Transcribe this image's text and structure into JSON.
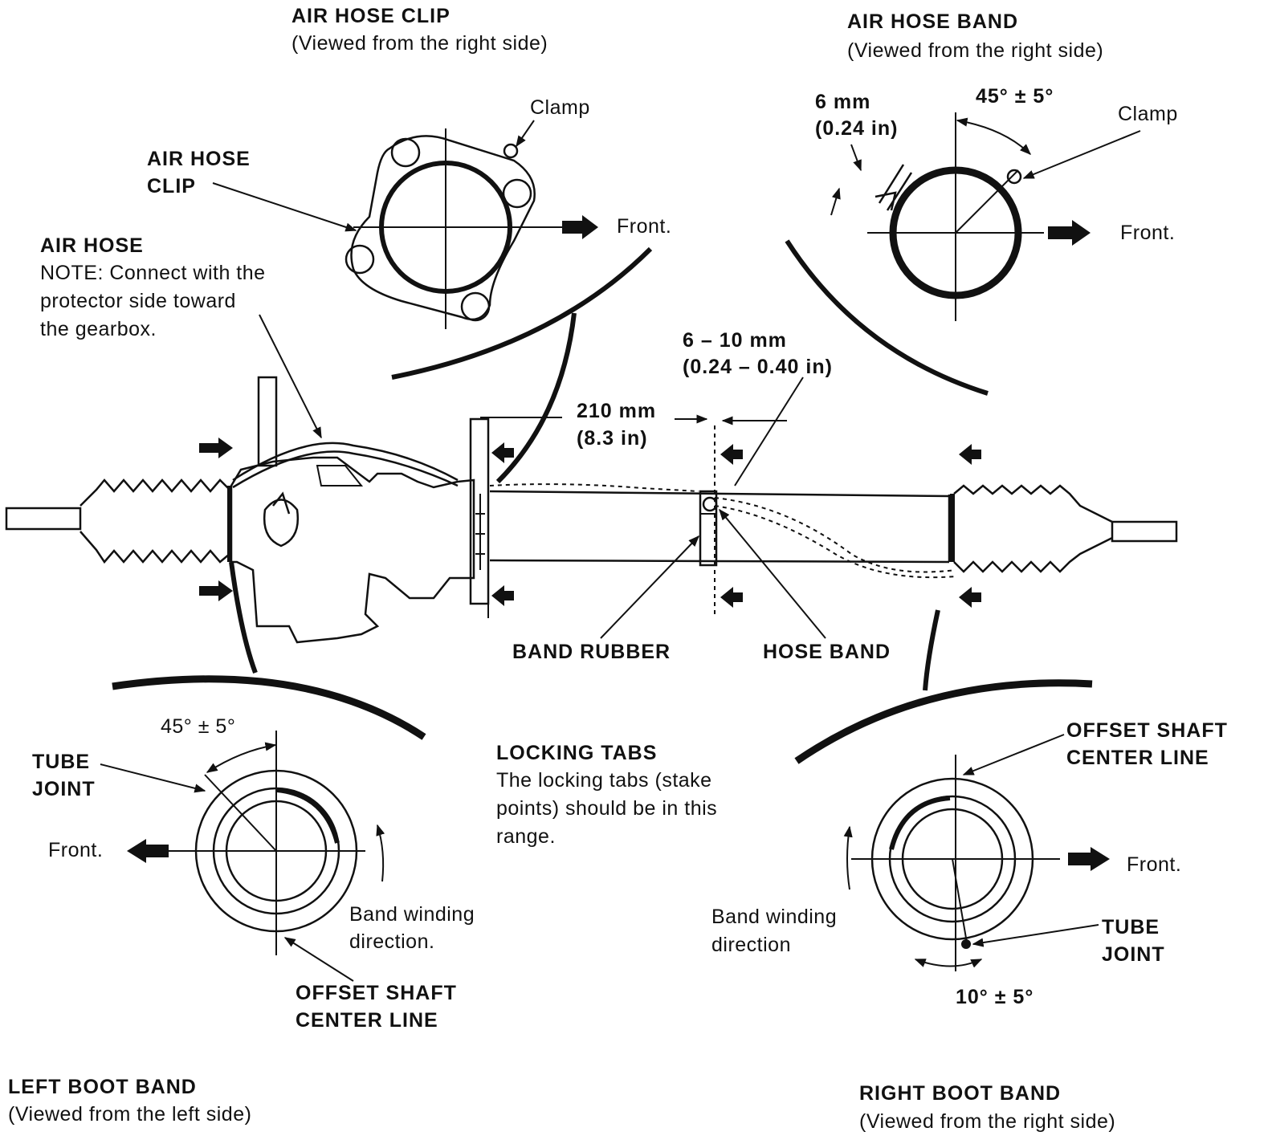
{
  "labels": {
    "air_hose_clip_title": "AIR HOSE CLIP",
    "air_hose_clip_subtitle": "(Viewed from the right side)",
    "air_hose_band_title": "AIR HOSE BAND",
    "air_hose_band_subtitle": "(Viewed from the right side)",
    "clamp": "Clamp",
    "front": "Front.",
    "air_hose_clip_line1": "AIR HOSE",
    "air_hose_clip_line2": "CLIP",
    "air_hose": "AIR HOSE",
    "note_line1": "NOTE: Connect with the",
    "note_line2": "protector side toward",
    "note_line3": "the gearbox.",
    "band_dim_mm": "6 mm",
    "band_dim_in": "(0.24 in)",
    "band_angle": "45° ± 5°",
    "hose_dim_mm": "6 – 10 mm",
    "hose_dim_in": "(0.24 – 0.40 in)",
    "rack_dim_mm": "210 mm",
    "rack_dim_in": "(8.3 in)",
    "band_rubber": "BAND RUBBER",
    "hose_band": "HOSE BAND",
    "left_angle": "45° ± 5°",
    "tube_joint_line1": "TUBE",
    "tube_joint_line2": "JOINT",
    "locking_tabs_title": "LOCKING TABS",
    "locking_tabs_line1": "The locking tabs (stake",
    "locking_tabs_line2": "points) should be in this",
    "locking_tabs_line3": "range.",
    "band_winding_line1": "Band winding",
    "band_winding_line2": "direction.",
    "band_winding_right_line1": "Band winding",
    "band_winding_right_line2": "direction",
    "offset_shaft_line1": "OFFSET SHAFT",
    "offset_shaft_line2": "CENTER LINE",
    "right_angle": "10° ± 5°",
    "left_boot_title": "LEFT BOOT BAND",
    "left_boot_subtitle": "(Viewed from the left side)",
    "right_boot_title": "RIGHT BOOT BAND",
    "right_boot_subtitle": "(Viewed from the right side)"
  }
}
